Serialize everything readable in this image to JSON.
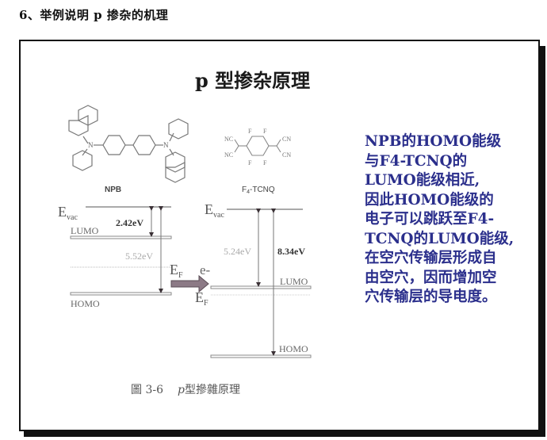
{
  "heading": "6、举例说明 p 掺杂的机理",
  "slide": {
    "title": "p 型掺杂原理",
    "molecules": [
      {
        "name": "NPB",
        "label": "NPB"
      },
      {
        "name": "F4-TCNQ",
        "label": "F4-TCNQ",
        "label_main": "F",
        "label_sub": "4",
        "label_rest": "-TCNQ",
        "substituents": [
          "NC",
          "NC",
          "CN",
          "CN",
          "F",
          "F",
          "F",
          "F"
        ]
      }
    ],
    "diagram": {
      "left": {
        "evac_label": "E",
        "evac_sub": "vac",
        "lumo_label": "LUMO",
        "homo_label": "HOMO",
        "gap_lumo": "2.42eV",
        "gap_homo": "5.52eV",
        "ef_label": "E",
        "ef_sub": "F"
      },
      "right": {
        "evac_label": "E",
        "evac_sub": "vac",
        "lumo_label": "LUMO",
        "homo_label": "HOMO",
        "gap_lumo": "5.24eV",
        "gap_homo": "8.34eV",
        "ef_label": "E",
        "ef_sub": "F"
      },
      "electron_label": "e-"
    },
    "description_lines": [
      "NPB的HOMO能级",
      "与F4-TCNQ的",
      "LUMO能级相近,",
      "因此HOMO能级的",
      "电子可以跳跃至F4-",
      "TCNQ的LUMO能级,",
      "在空穴传输层形成自",
      "由空穴，因而增加空",
      "穴传输层的导电度。"
    ],
    "caption": {
      "figure": "圖 3-6",
      "p": "p",
      "text": "型摻雜原理"
    },
    "colors": {
      "description_text": "#2b2f8c",
      "diagram_line": "#8a8088",
      "arrow_fill": "#8c7a86"
    }
  }
}
